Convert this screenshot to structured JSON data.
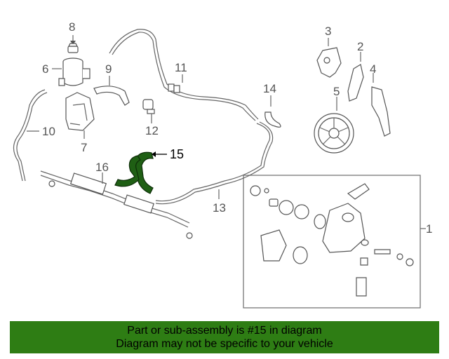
{
  "callouts": {
    "p1": "1",
    "p2": "2",
    "p3": "3",
    "p4": "4",
    "p5": "5",
    "p6": "6",
    "p7": "7",
    "p8": "8",
    "p9": "9",
    "p10": "10",
    "p11": "11",
    "p12": "12",
    "p13": "13",
    "p14": "14",
    "p15": "15",
    "p16": "16"
  },
  "highlight": {
    "part": "15",
    "color": "#1f5f14"
  },
  "banner": {
    "line1": "Part or sub-assembly is #15 in diagram",
    "line2": "Diagram may not be specific to your vehicle",
    "color": "#2e7d14"
  }
}
